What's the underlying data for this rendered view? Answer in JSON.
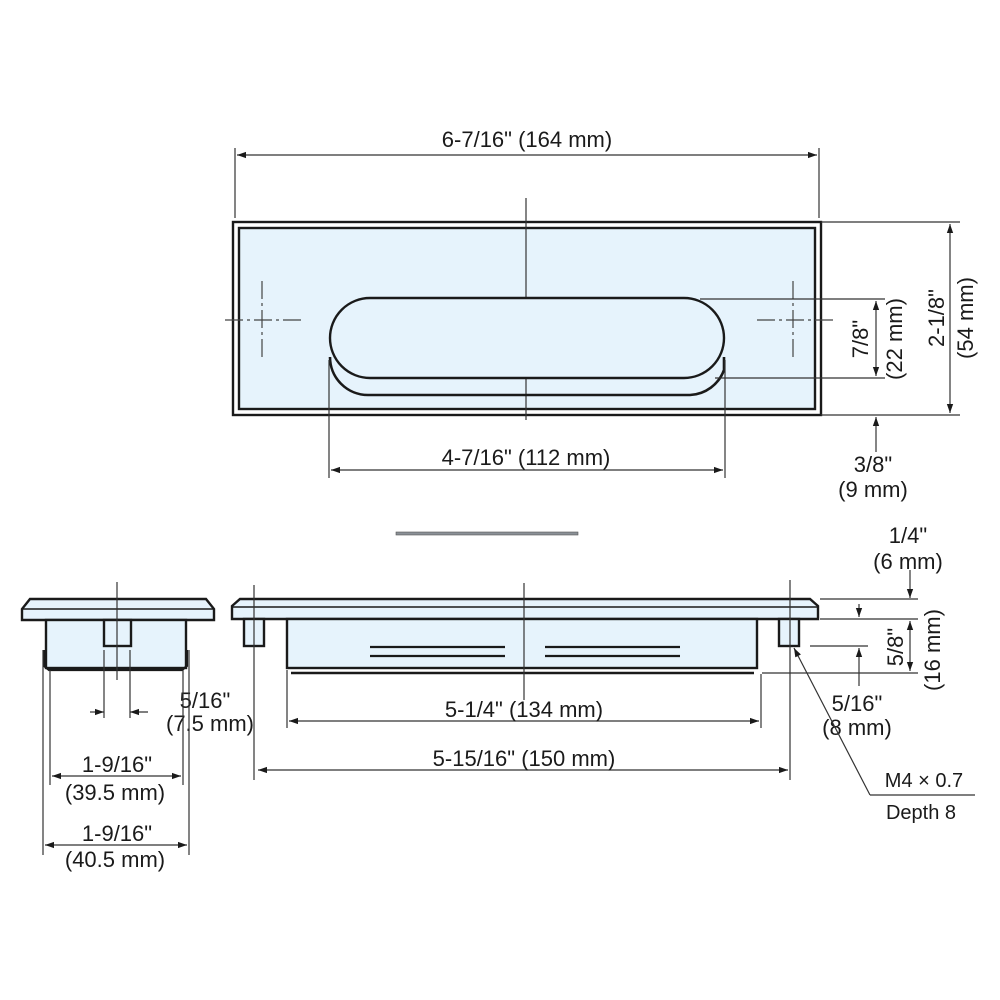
{
  "drawing": {
    "title": "Recessed pull handle dimensional drawing",
    "colors": {
      "part_fill": "#e6f3fc",
      "line": "#1a1a1a",
      "background": "#ffffff"
    }
  },
  "top_view": {
    "overall_width": "6-7/16\" (164 mm)",
    "recess_width": "4-7/16\" (112 mm)",
    "overall_height": {
      "inch": "2-1/8\"",
      "mm": "(54 mm)"
    },
    "recess_height": {
      "inch": "7/8\"",
      "mm": "(22 mm)"
    },
    "recess_offset": {
      "inch": "3/8\"",
      "mm": "(9 mm)"
    }
  },
  "end_view": {
    "boss_width": {
      "inch": "5/16\"",
      "mm": "(7.5 mm)"
    },
    "body_width": {
      "inch": "1-9/16\"",
      "mm": "(39.5 mm)"
    },
    "overall_width": {
      "inch": "1-9/16\"",
      "mm": "(40.5 mm)"
    }
  },
  "side_view": {
    "body_length": "5-1/4\" (134 mm)",
    "boss_spacing": "5-15/16\" (150 mm)",
    "flange_thickness": {
      "inch": "1/4\"",
      "mm": "(6 mm)"
    },
    "boss_depth": {
      "inch": "5/16\"",
      "mm": "(8 mm)"
    },
    "total_depth": {
      "inch": "5/8\"",
      "mm": "(16 mm)"
    },
    "thread": {
      "spec": "M4 × 0.7",
      "depth": "Depth 8"
    }
  }
}
